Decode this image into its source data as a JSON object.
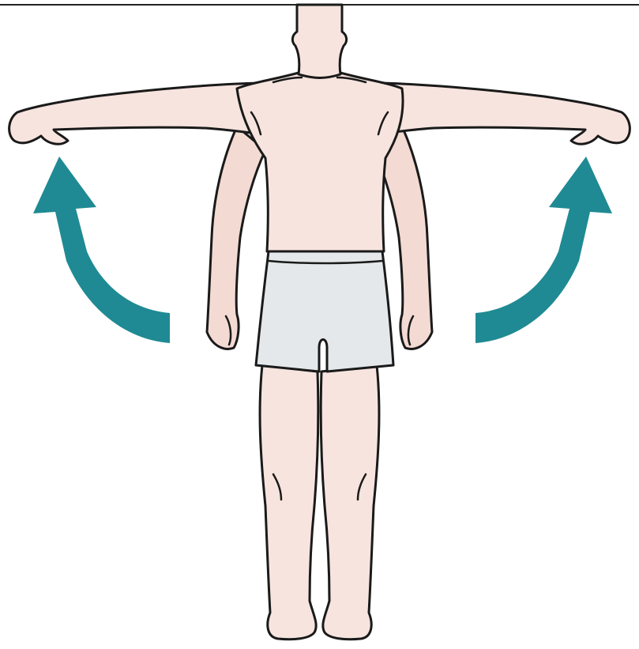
{
  "illustration": {
    "subject": "shoulder-abduction-exercise",
    "colors": {
      "skin": "#f7e4de",
      "skin_back": "#f3dad3",
      "outline": "#1a1a1a",
      "shorts": "#e4e8ea",
      "arrow": "#1f8a93",
      "background": "#ffffff",
      "top_rule": "#222222"
    },
    "elements": [
      {
        "name": "human-figure",
        "description_key": "front-view-figure-arms-raised"
      },
      {
        "name": "left-raise-arrow",
        "direction": "up-outward"
      },
      {
        "name": "right-raise-arrow",
        "direction": "up-outward"
      }
    ]
  }
}
